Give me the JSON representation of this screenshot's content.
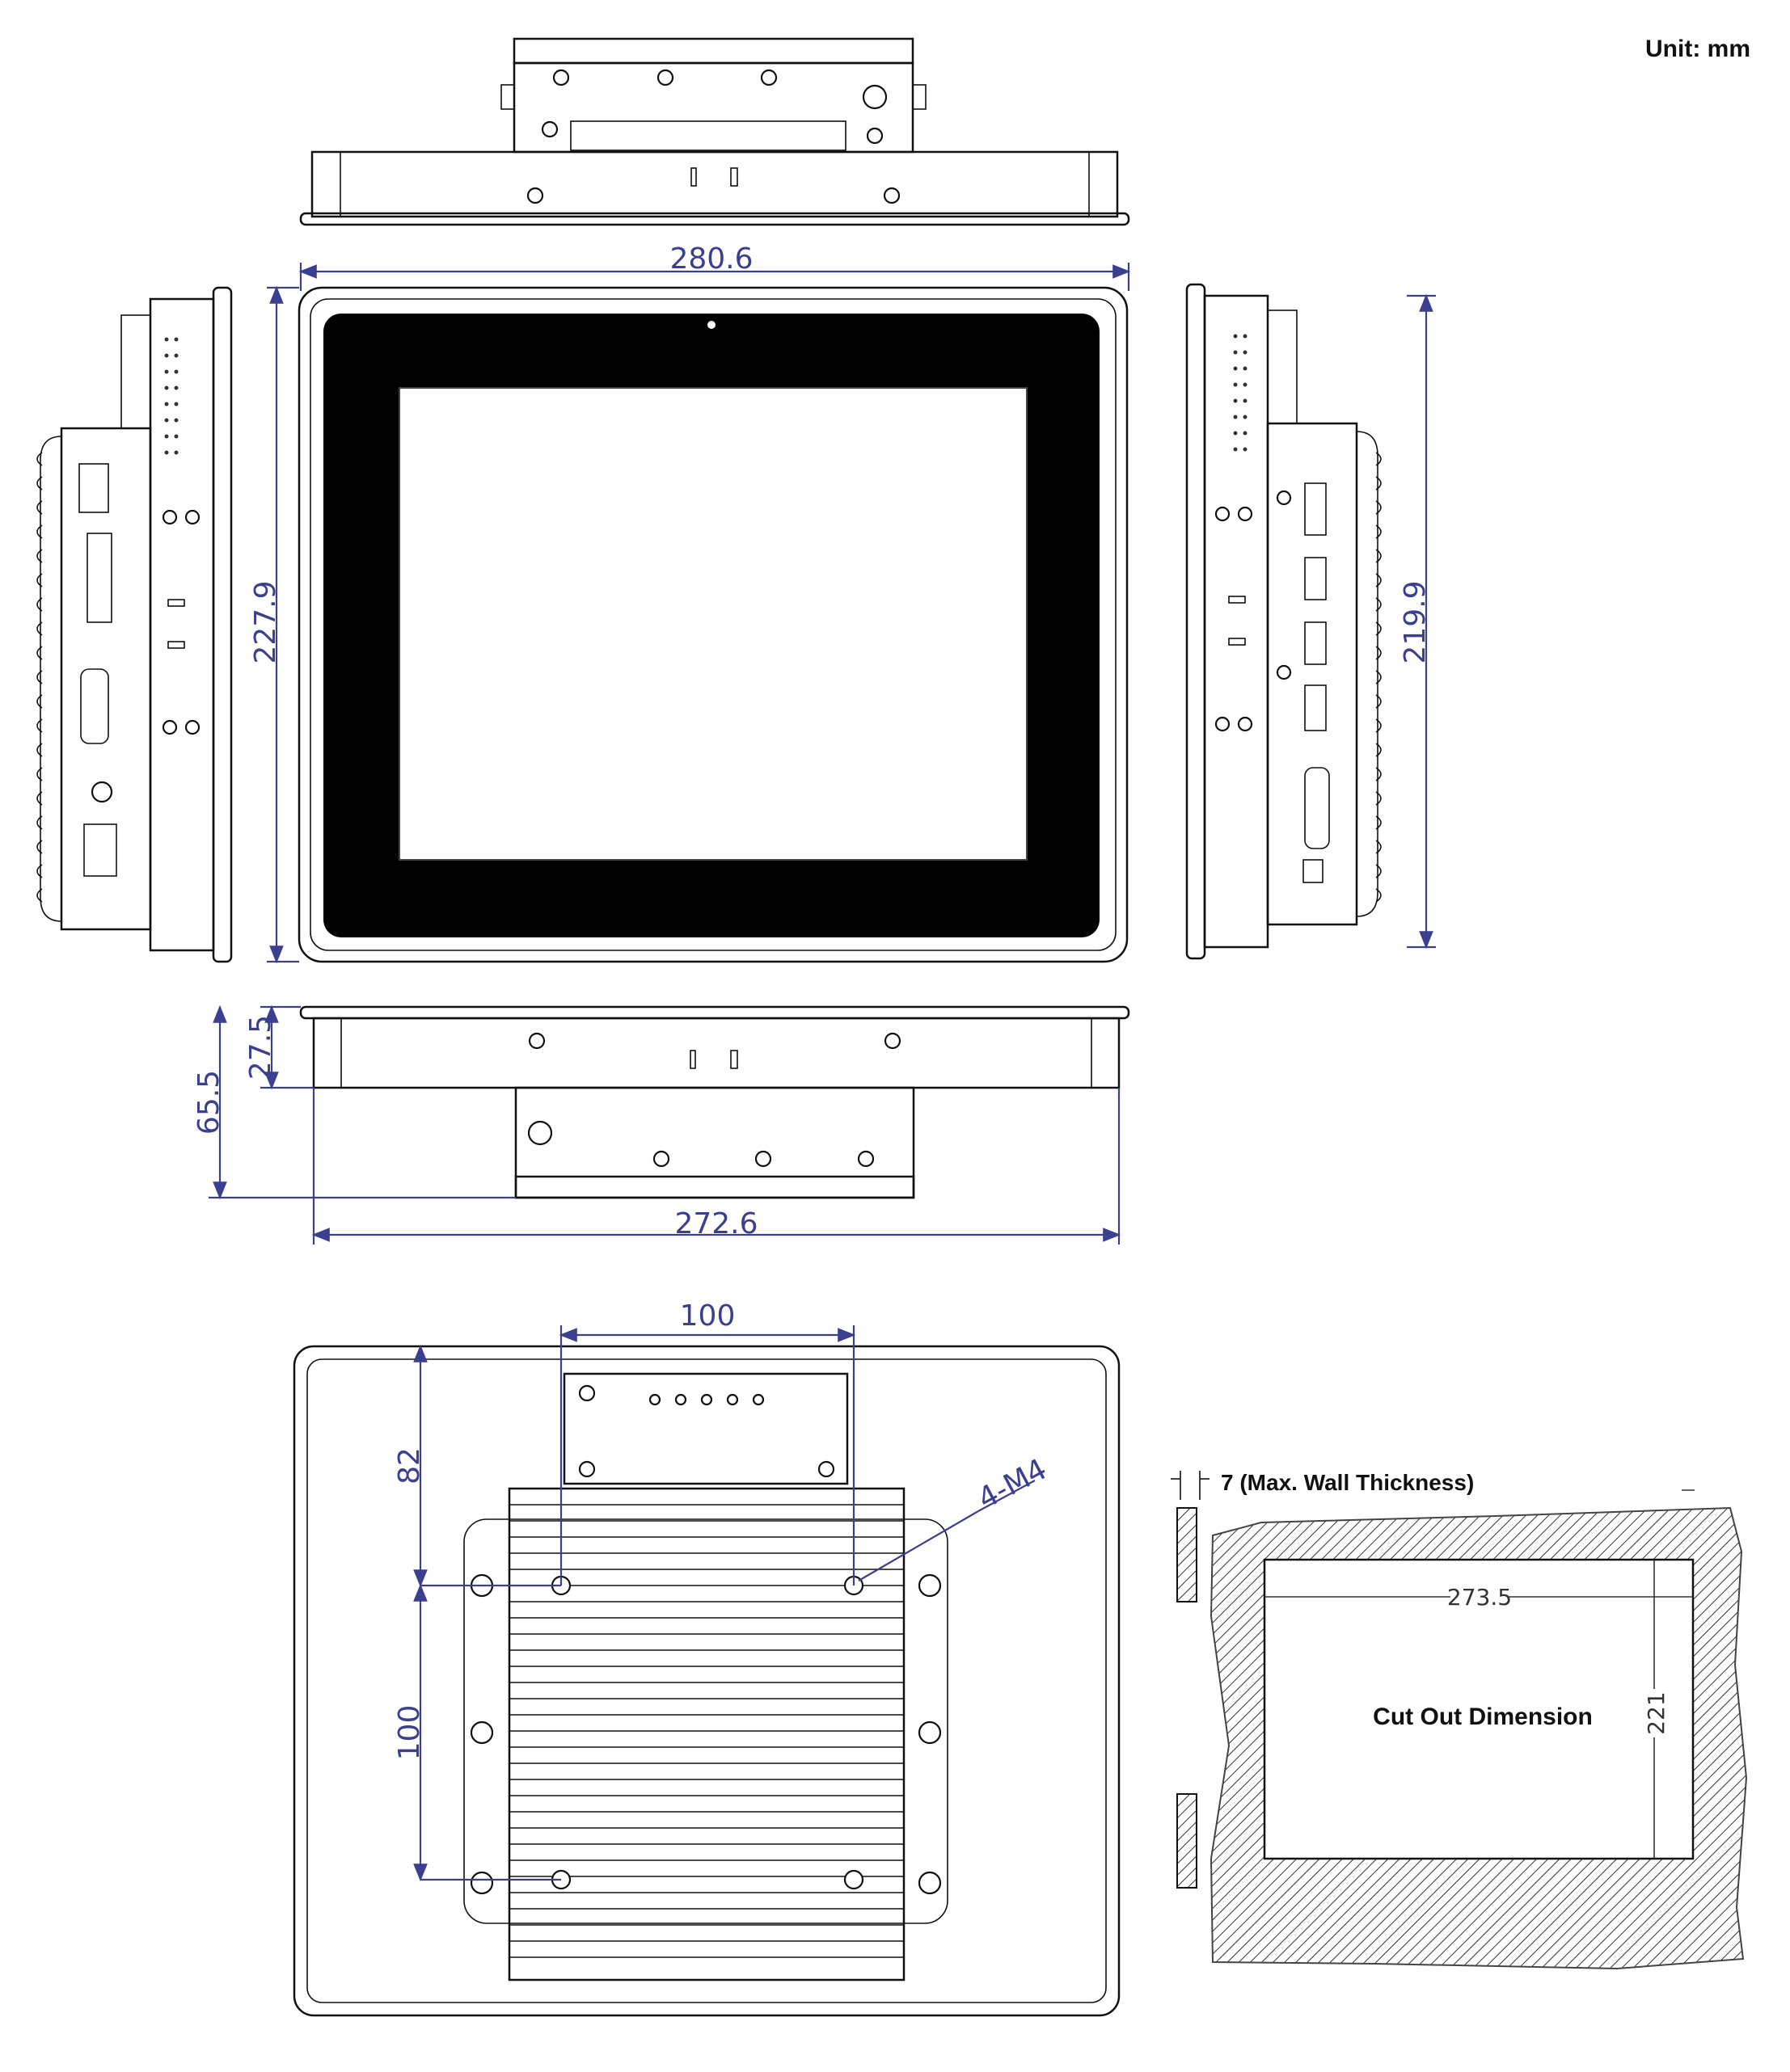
{
  "unit_label": "Unit: mm",
  "dimensions": {
    "front_width": "280.6",
    "front_height": "227.9",
    "side_height": "219.9",
    "bottom_front_depth": "27.5",
    "bottom_total_depth": "65.5",
    "bottom_width": "272.6",
    "vesa_horizontal": "100",
    "vesa_top_offset": "82",
    "vesa_vertical": "100",
    "mount_screws": "4-M4"
  },
  "cutout": {
    "wall_note": "7 (Max. Wall Thickness)",
    "width": "273.5",
    "height": "221",
    "title": "Cut Out Dimension"
  },
  "colors": {
    "dimension": "#3b3f8f",
    "line": "#111111",
    "bezel": "#000000"
  }
}
